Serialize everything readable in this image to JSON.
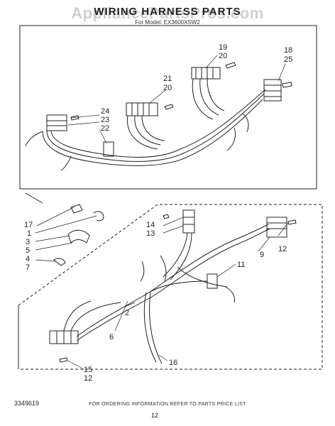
{
  "header": {
    "title": "WIRING HARNESS PARTS",
    "watermark": "AppliancePartsPros.com",
    "model": "For Model: EX3600XSW2"
  },
  "callouts": {
    "c1": "19",
    "c2": "20",
    "c3": "18",
    "c4": "25",
    "c5": "21",
    "c6": "20",
    "c7": "24",
    "c8": "23",
    "c9": "22",
    "c10": "17",
    "c11": "1",
    "c12": "3",
    "c13": "5",
    "c14": "4",
    "c15": "7",
    "c16": "14",
    "c17": "13",
    "c18": "12",
    "c19": "9",
    "c20": "11",
    "c21": "6",
    "c22": "2",
    "c23": "16",
    "c24": "15",
    "c25": "12"
  },
  "footer": {
    "doc_number": "3349619",
    "ordering_note": "FOR ORDERING INFORMATION REFER TO PARTS PRICE LIST",
    "page_number": "12"
  }
}
